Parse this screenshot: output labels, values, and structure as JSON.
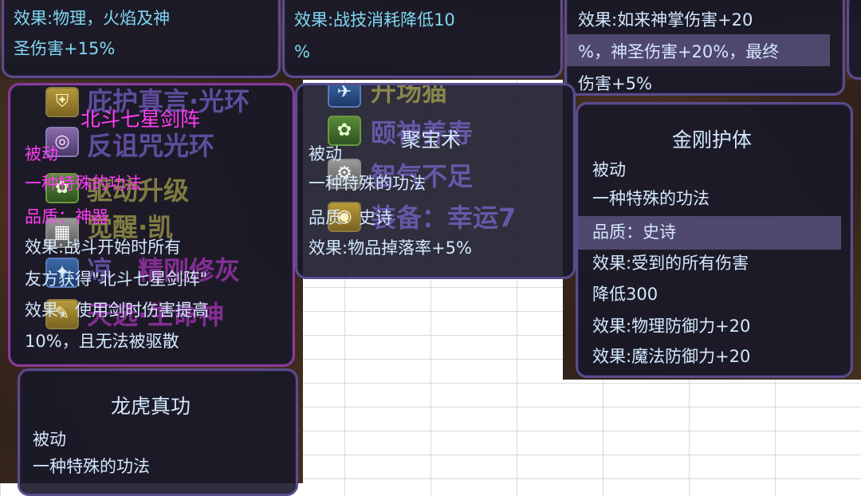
{
  "panel_a": {
    "lines": [
      "效果:物理，火焰及神",
      "圣伤害+15%"
    ]
  },
  "panel_b": {
    "lines": [
      "效果:战技消耗降低10",
      "%"
    ]
  },
  "panel_c": {
    "lines": [
      "效果:如来神掌伤害+20",
      "%，神圣伤害+20%，最终",
      "伤害+5%"
    ]
  },
  "beidou": {
    "title": "北斗七星剑阵",
    "type": "被动",
    "desc": "一种特殊的功法",
    "quality": "品质：神器",
    "effects": [
      "效果:战斗开始时所有",
      "友方获得\"北斗七星剑阵\"",
      "效果，使用剑时伤害提高",
      "10%，且无法被驱散"
    ],
    "ghost_text": [
      "庇护真言·光环",
      "反诅咒光环",
      "驱动升级",
      "觉醒·凯",
      "凉",
      "精刚修灰",
      "天选·生命神"
    ],
    "icons": [
      "shield-icon",
      "swirl-icon",
      "lotus-icon",
      "grid-icon",
      "scroll-icon",
      "feather-icon"
    ]
  },
  "jubao": {
    "title": "聚宝术",
    "type": "被动",
    "desc": "一种特殊的功法",
    "quality": "品质：史诗",
    "effect": "效果:物品掉落率+5%",
    "ghost_text": [
      "升场猫",
      "颐神养寿",
      "智气不足",
      "装备：幸运7"
    ],
    "icons": [
      "plane-icon",
      "lotus-icon",
      "gear-icon",
      "coin-icon"
    ]
  },
  "jingang": {
    "title": "金刚护体",
    "type": "被动",
    "desc": "一种特殊的功法",
    "quality": "品质：史诗",
    "effects": [
      "效果:受到的所有伤害",
      "降低300",
      "效果:物理防御力+20",
      "效果:魔法防御力+20"
    ]
  },
  "longhu": {
    "title": "龙虎真功",
    "type": "被动",
    "desc": "一种特殊的功法"
  },
  "colors": {
    "effect_text": "#7fd8f2",
    "quality_legendary": "#ff3df5",
    "panel_border": "#5a4c8c",
    "panel_bg": "#181828"
  }
}
